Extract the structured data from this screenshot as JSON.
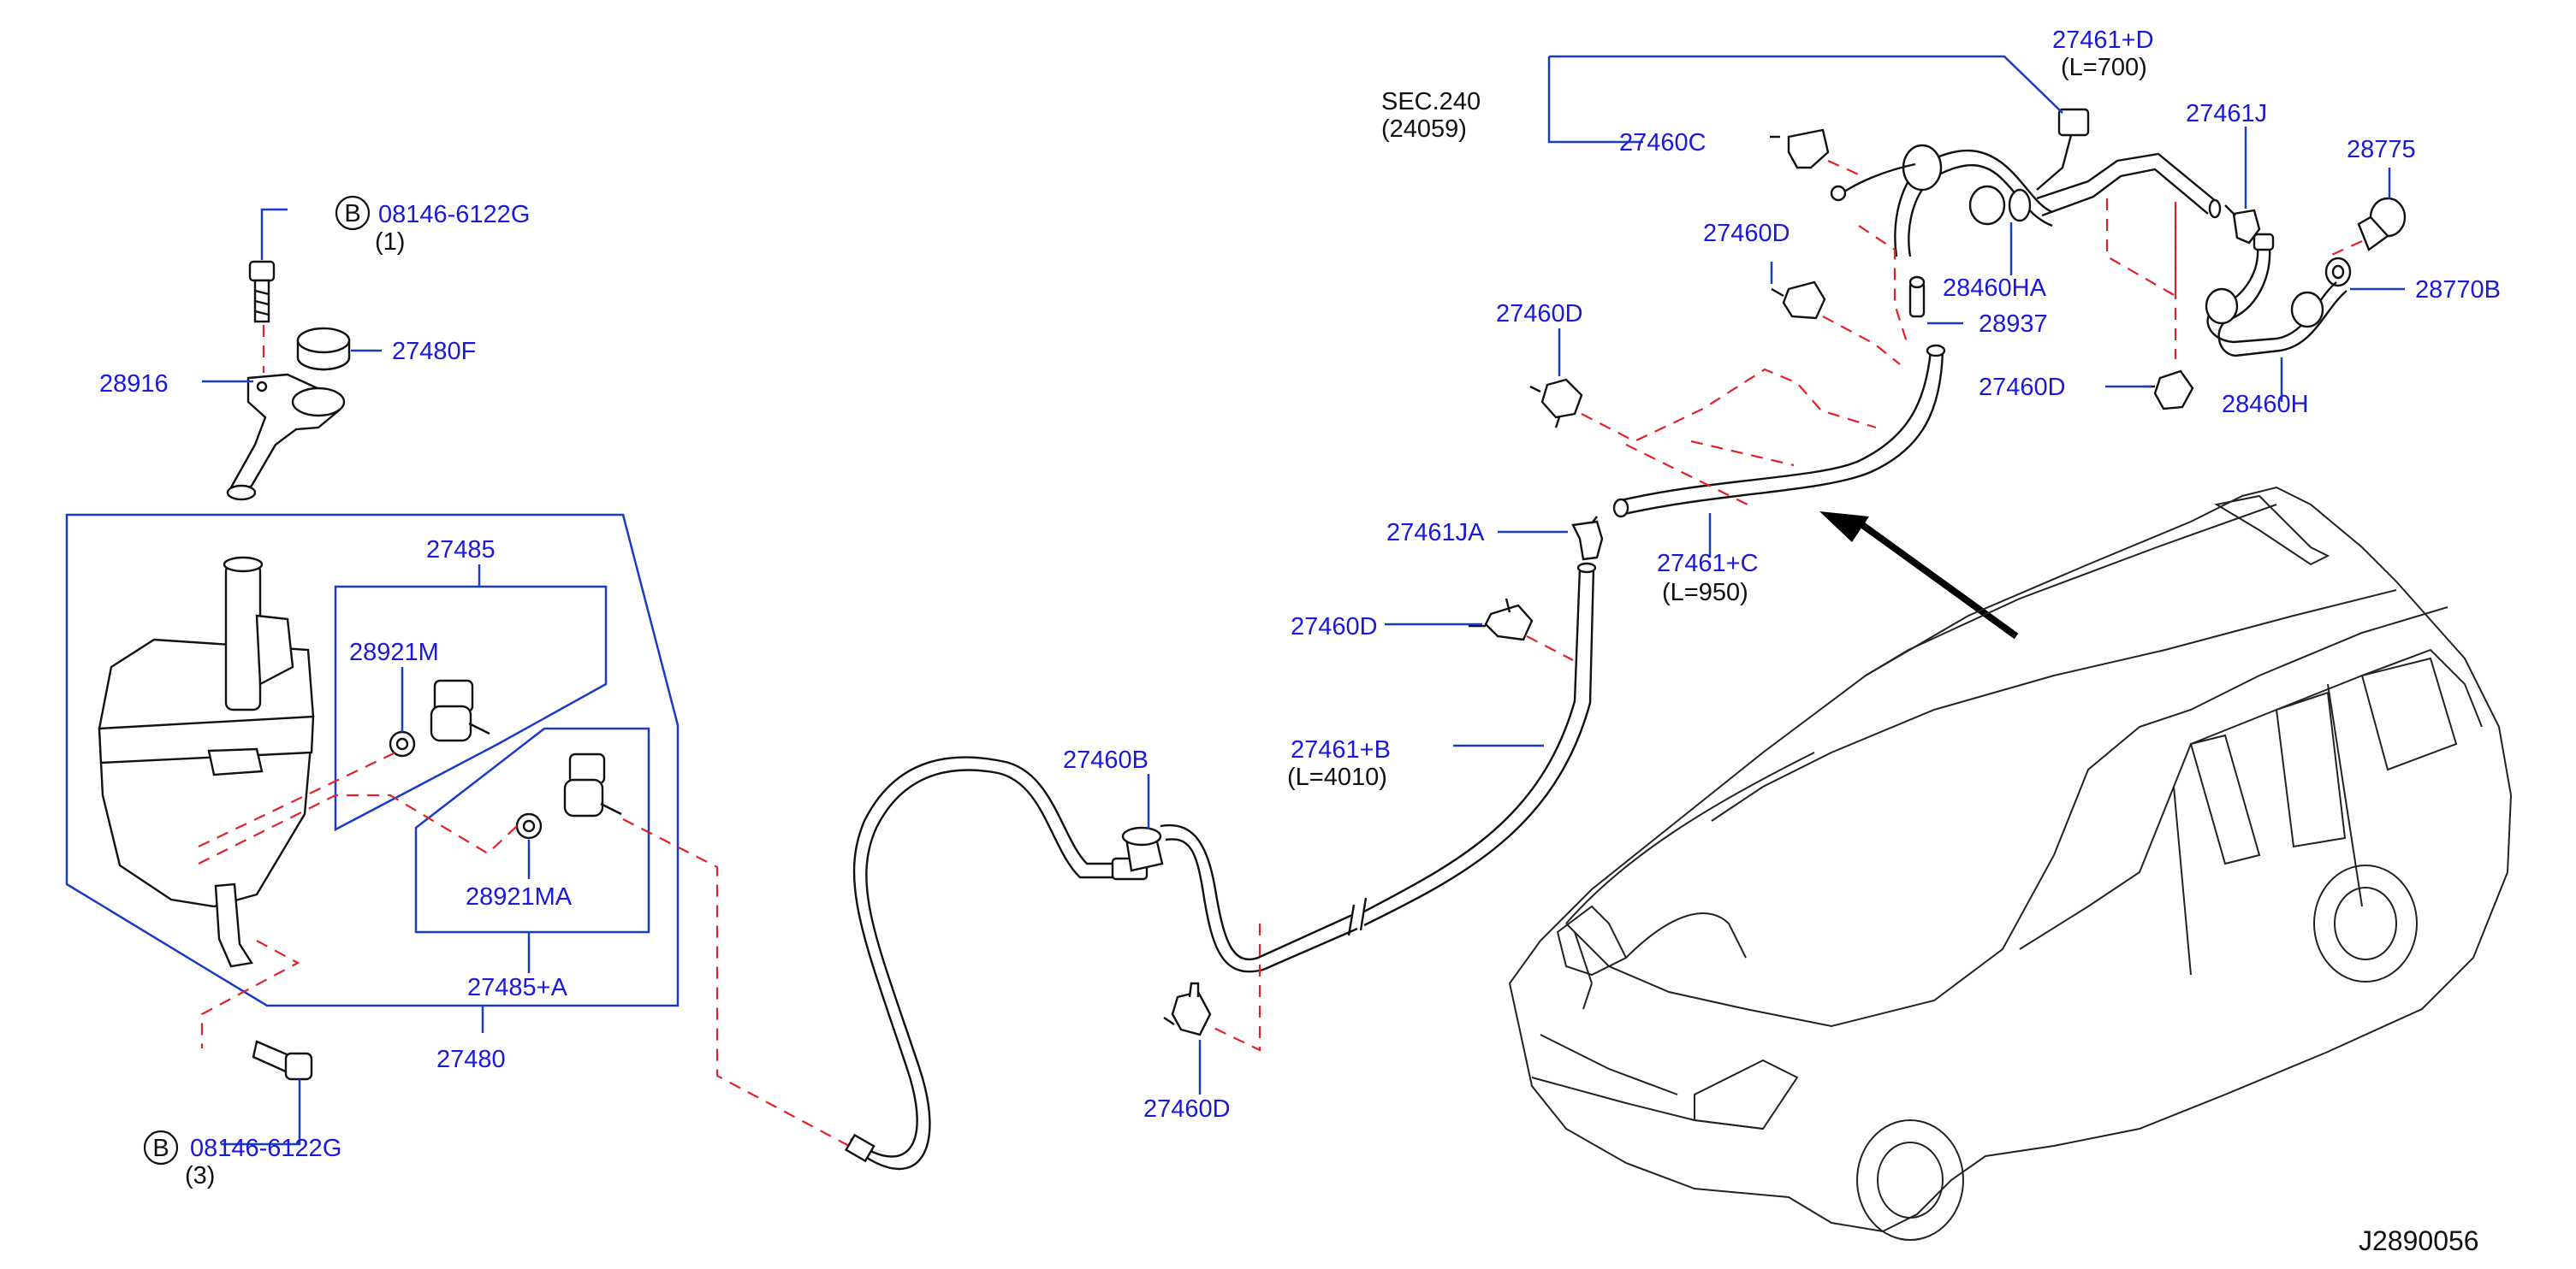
{
  "diagram": {
    "code": "J2890056",
    "parts": {
      "p08146a": "08146-6122G",
      "p08146a_qty": "(1)",
      "p08146b": "08146-6122G",
      "p08146b_qty": "(3)",
      "bolt_badge": "B",
      "p27480F": "27480F",
      "p28916": "28916",
      "p27485": "27485",
      "p28921M": "28921M",
      "p28921MA": "28921MA",
      "p27485A": "27485+A",
      "p27480": "27480",
      "p27460B": "27460B",
      "p27460D_bottom": "27460D",
      "p27461B": "27461+B",
      "p27461B_len": "(L=4010)",
      "p27460D_mid": "27460D",
      "p27461JA": "27461JA",
      "p27460D_left": "27460D",
      "p27461C": "27461+C",
      "p27461C_len": "(L=950)",
      "p27460D_top": "27460D",
      "p28937": "28937",
      "p28460HA": "28460HA",
      "p27460C": "27460C",
      "sec_ref": "SEC.240",
      "sec_ref_sub": "(24059)",
      "p27461D": "27461+D",
      "p27461D_len": "(L=700)",
      "p27461J": "27461J",
      "p28775": "28775",
      "p28770B": "28770B",
      "p27460D_right": "27460D",
      "p28460H": "28460H"
    }
  }
}
